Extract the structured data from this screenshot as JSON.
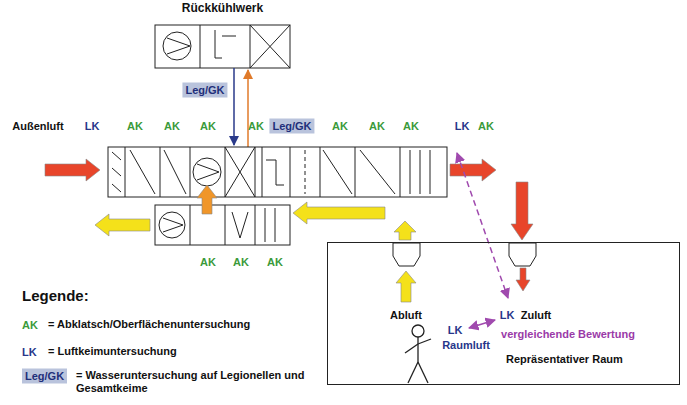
{
  "diagram": {
    "nodes": [
      {
        "text": [
          "Rückkühlwerk"
        ]
      },
      {
        "text": [
          "Repräsentativer Raum"
        ]
      }
    ],
    "labels": [
      "Leg/GK",
      "Außenluft",
      "LK",
      "AK",
      "AK",
      "AK",
      "AK",
      "Leg/GK",
      "AK",
      "AK",
      "AK",
      "LK",
      "AK",
      "AK",
      "AK",
      "AK",
      "Legende:",
      "AK",
      "LK",
      "Leg/GK",
      "Abluft",
      "LK",
      "Zuluft",
      "vergleichende Bewertung",
      "LK",
      "Raumluft"
    ],
    "legend": [
      {
        "text": "= Abklatsch/Oberflächenuntersuchung"
      },
      {
        "text": "= Luftkeimuntersuchung"
      },
      {
        "text": "= Wasseruntersuchung auf Legionellen und Gesamtkeime"
      }
    ]
  }
}
